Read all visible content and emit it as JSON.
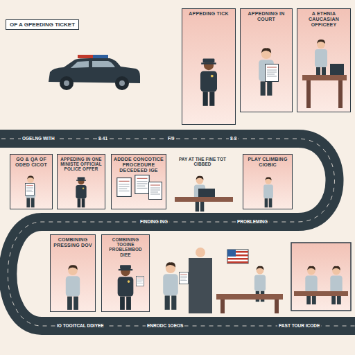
{
  "diagram": {
    "title": "OF A GPEEDING TICKET",
    "nodes": [
      {
        "text": [
          "APPEDING TICK"
        ]
      },
      {
        "text": [
          "APPEDNING IN COURT"
        ]
      },
      {
        "text": [
          "A ETHNIA CAUCASIAN OFFICEEY"
        ]
      },
      {
        "text": [
          "GO & QA OF ODED CICOT"
        ]
      },
      {
        "text": [
          "APPEDING IN ONE MINISTE OFFICIAL POLICE OFFER"
        ]
      },
      {
        "text": [
          "ADDDE CONCOTICE PROCEDURE DECEDEED IGE"
        ]
      },
      {
        "text": [
          "PLAY CLIMBING CIOBIC"
        ]
      },
      {
        "text": [
          "COMBINING PRESSING DOV"
        ]
      },
      {
        "text": [
          "COMBINING TOOINE PROBLEMBOD DIEE"
        ]
      }
    ],
    "labels": [
      "OGELNG WITH",
      "8-41",
      "F/9",
      "8-8",
      "PAY AT THE FINE TOT CIBBED",
      "PROBLEMING",
      "FINDING ING",
      "IO TOOITCAL DDIYEE",
      "ENRODC 1OEOS",
      "PAST TOUR ICODE"
    ]
  }
}
